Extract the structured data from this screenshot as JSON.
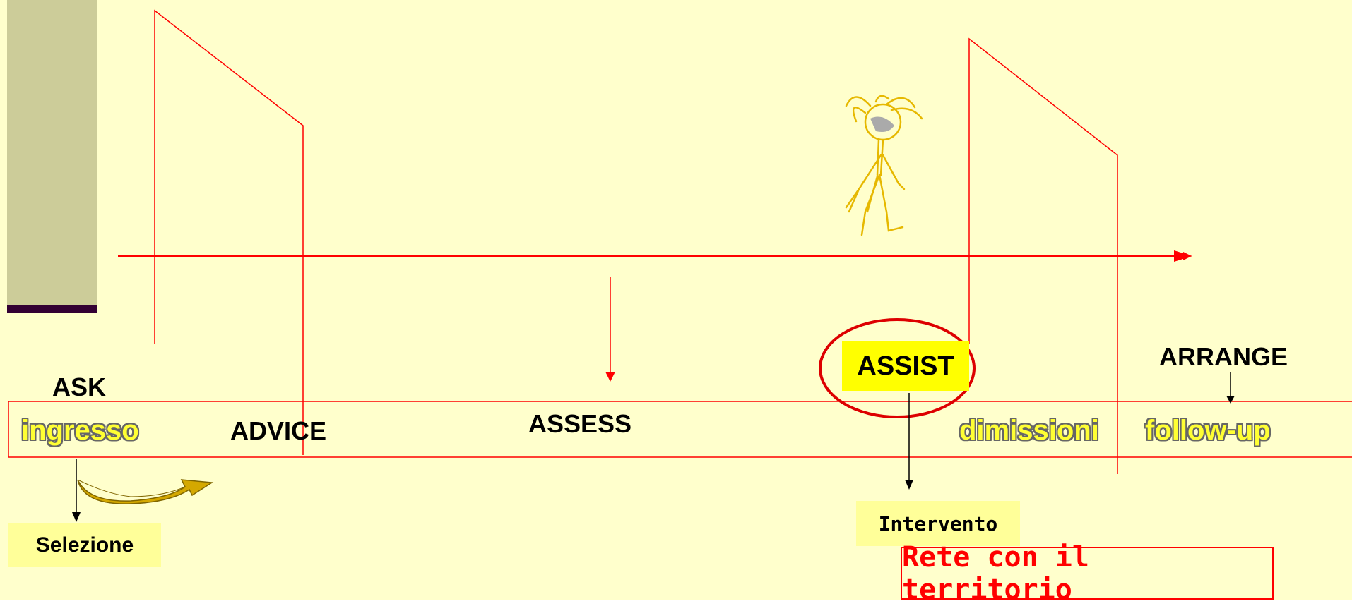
{
  "labels": {
    "ask": "ASK",
    "ingresso": "ingresso",
    "advice": "ADVICE",
    "assess": "ASSESS",
    "assist": "ASSIST",
    "arrange": "ARRANGE",
    "dimissioni": "dimissioni",
    "follow_up": "follow-up",
    "selezione": "Selezione",
    "intervento": "Intervento",
    "rete": "Rete con il territorio"
  },
  "icons": {
    "figure": "stick-figure-icon",
    "curved_arrow": "curved-arrow-icon"
  },
  "colors": {
    "background": "#ffffcc",
    "sidebar": "#cccc99",
    "sidebar_edge": "#330033",
    "accent_red": "#ff0000",
    "highlight_yellow": "#ffff00",
    "label_box": "#ffff99",
    "figure": "#e6b800"
  }
}
